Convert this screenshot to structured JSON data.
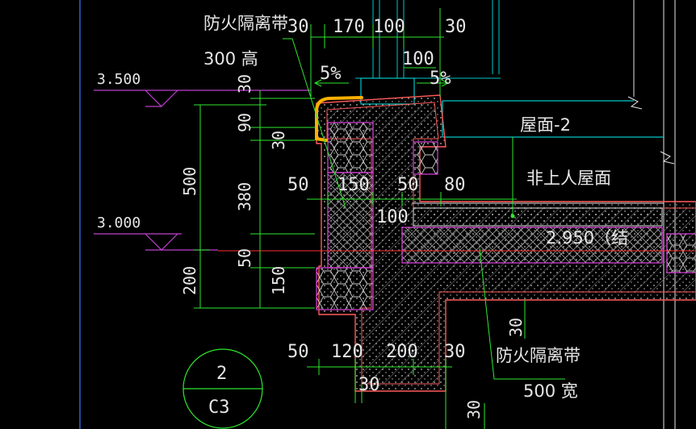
{
  "colors": {
    "background": "#000000",
    "dimension_line": "#2ee82e",
    "concrete_outline": "#ff5a5a",
    "insulation": "#e040e0",
    "roof_line": "#00c8c8",
    "level_mark": "#c040d0",
    "highlight": "#ffb000",
    "text": "#e6e6e6"
  },
  "labels": {
    "fire_band_top": "防火隔离带",
    "fire_band_top_height": "300 高",
    "roof_2": "屋面-2",
    "non_accessible_roof": "非上人屋面",
    "level_2950": "2.950（结",
    "fire_band_bottom": "防火隔离带",
    "fire_band_bottom_width": "500 宽",
    "slope_left": "5%",
    "slope_right": "5%"
  },
  "levels": {
    "upper": "3.500",
    "lower": "3.000"
  },
  "dimensions": {
    "top_row": [
      "30",
      "170",
      "100",
      "30"
    ],
    "top_inner": "100",
    "mid_row": [
      "50",
      "150",
      "50",
      "80"
    ],
    "bottom_row": [
      "50",
      "120",
      "200",
      "30"
    ],
    "bottom_30": "30",
    "left_outer": [
      "500",
      "200"
    ],
    "left_inner": [
      "30",
      "90",
      "30",
      "380",
      "50",
      "150"
    ],
    "slab_100": "100",
    "right_30": "30",
    "bottom_right_30": "30"
  },
  "detail_mark": {
    "number": "2",
    "sheet": "C3"
  }
}
